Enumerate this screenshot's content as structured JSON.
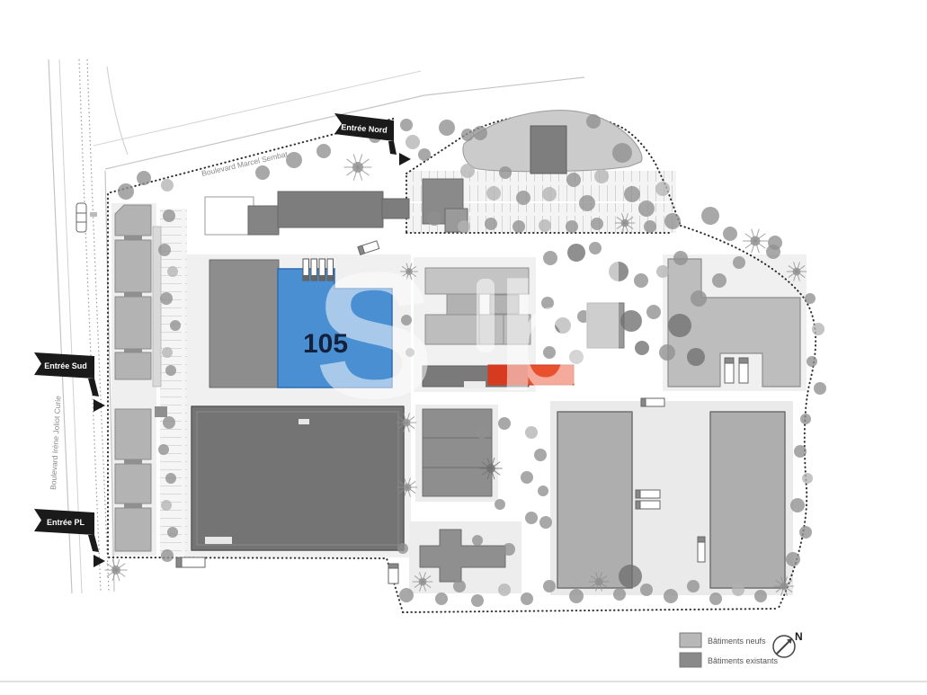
{
  "plan": {
    "highlight_label": "105",
    "streets": {
      "north": "Boulevard Marcel Sembat",
      "west": "Boulevard Irène Joliot Curie"
    },
    "entrances": {
      "north": "Entrée Nord",
      "south": "Entrée Sud",
      "pl": "Entrée PL"
    },
    "legend": {
      "items": [
        {
          "label": "Bâtiments neufs",
          "color": "#b8b8b8"
        },
        {
          "label": "Bâtiments existants",
          "color": "#8a8a8a"
        }
      ],
      "compass_label": "N"
    },
    "watermark": {
      "letter_s": "S",
      "letter_b": "b"
    },
    "colors": {
      "highlight_blue": "#4a8fd1",
      "highlight_blue_stroke": "#2e6cb2",
      "highlight_orange": "#e8502e",
      "highlight_orange_bright": "#d63b20",
      "building_new": "#bdbdbd",
      "building_existing": "#7d7d7d",
      "boundary_dots": "#2e2e2e"
    },
    "trees": [
      [
        140,
        213,
        9,
        "m"
      ],
      [
        160,
        198,
        8,
        "m"
      ],
      [
        186,
        206,
        7,
        "l"
      ],
      [
        292,
        192,
        8,
        "m"
      ],
      [
        327,
        178,
        9,
        "m"
      ],
      [
        360,
        168,
        8,
        "m"
      ],
      [
        398,
        186,
        11,
        "m",
        "s"
      ],
      [
        417,
        152,
        7,
        "m"
      ],
      [
        452,
        139,
        7,
        "m"
      ],
      [
        459,
        158,
        8,
        "l"
      ],
      [
        472,
        172,
        7,
        "m"
      ],
      [
        497,
        142,
        9,
        "m"
      ],
      [
        520,
        190,
        8,
        "l"
      ],
      [
        534,
        148,
        8,
        "m"
      ],
      [
        549,
        215,
        8,
        "l"
      ],
      [
        562,
        192,
        7,
        "m"
      ],
      [
        582,
        220,
        8,
        "m"
      ],
      [
        611,
        216,
        8,
        "l"
      ],
      [
        638,
        200,
        8,
        "m"
      ],
      [
        653,
        226,
        9,
        "m"
      ],
      [
        669,
        196,
        8,
        "l"
      ],
      [
        692,
        170,
        11,
        "m"
      ],
      [
        703,
        216,
        9,
        "m"
      ],
      [
        719,
        232,
        9,
        "m"
      ],
      [
        737,
        210,
        8,
        "l"
      ],
      [
        748,
        246,
        9,
        "m"
      ],
      [
        483,
        243,
        8,
        "m"
      ],
      [
        516,
        252,
        7,
        "l"
      ],
      [
        546,
        249,
        7,
        "m"
      ],
      [
        577,
        252,
        7,
        "m"
      ],
      [
        606,
        251,
        7,
        "l"
      ],
      [
        636,
        252,
        7,
        "m"
      ],
      [
        664,
        249,
        7,
        "m"
      ],
      [
        695,
        248,
        8,
        "m",
        "s"
      ],
      [
        723,
        252,
        7,
        "m"
      ],
      [
        790,
        240,
        10,
        "m"
      ],
      [
        812,
        260,
        8,
        "m"
      ],
      [
        840,
        268,
        10,
        "m",
        "s"
      ],
      [
        860,
        280,
        8,
        "m"
      ],
      [
        188,
        240,
        7,
        "m"
      ],
      [
        183,
        278,
        7,
        "m"
      ],
      [
        192,
        302,
        6,
        "l"
      ],
      [
        185,
        332,
        7,
        "m"
      ],
      [
        195,
        362,
        6,
        "m"
      ],
      [
        186,
        392,
        6,
        "l"
      ],
      [
        190,
        412,
        6,
        "m"
      ],
      [
        188,
        470,
        7,
        "m"
      ],
      [
        182,
        500,
        6,
        "m"
      ],
      [
        190,
        532,
        6,
        "m"
      ],
      [
        185,
        562,
        6,
        "l"
      ],
      [
        192,
        592,
        6,
        "m"
      ],
      [
        186,
        618,
        7,
        "m"
      ],
      [
        129,
        634,
        9,
        "m",
        "s"
      ],
      [
        612,
        287,
        8,
        "m"
      ],
      [
        641,
        281,
        10,
        "d"
      ],
      [
        662,
        276,
        7,
        "m"
      ],
      [
        688,
        302,
        11,
        "d"
      ],
      [
        713,
        312,
        8,
        "m"
      ],
      [
        737,
        302,
        7,
        "l"
      ],
      [
        757,
        287,
        8,
        "m"
      ],
      [
        609,
        337,
        7,
        "m"
      ],
      [
        626,
        362,
        9,
        "d"
      ],
      [
        649,
        352,
        7,
        "m"
      ],
      [
        702,
        357,
        12,
        "d"
      ],
      [
        727,
        347,
        8,
        "m"
      ],
      [
        756,
        362,
        13,
        "d"
      ],
      [
        777,
        332,
        9,
        "m"
      ],
      [
        611,
        392,
        7,
        "m"
      ],
      [
        641,
        397,
        8,
        "m"
      ],
      [
        714,
        387,
        8,
        "d"
      ],
      [
        742,
        392,
        9,
        "m"
      ],
      [
        774,
        397,
        10,
        "d"
      ],
      [
        800,
        312,
        8,
        "m"
      ],
      [
        822,
        292,
        7,
        "m"
      ],
      [
        862,
        270,
        8,
        "m"
      ],
      [
        886,
        302,
        8,
        "m",
        "s"
      ],
      [
        901,
        332,
        6,
        "m"
      ],
      [
        910,
        366,
        7,
        "l"
      ],
      [
        903,
        402,
        6,
        "m"
      ],
      [
        912,
        432,
        7,
        "m"
      ],
      [
        896,
        466,
        6,
        "m"
      ],
      [
        890,
        502,
        7,
        "m"
      ],
      [
        898,
        532,
        6,
        "l"
      ],
      [
        887,
        562,
        8,
        "m"
      ],
      [
        896,
        592,
        7,
        "m"
      ],
      [
        882,
        622,
        8,
        "m"
      ],
      [
        872,
        652,
        8,
        "m",
        "s"
      ],
      [
        452,
        662,
        8,
        "m"
      ],
      [
        470,
        647,
        8,
        "m",
        "s"
      ],
      [
        491,
        666,
        7,
        "m"
      ],
      [
        511,
        652,
        7,
        "m"
      ],
      [
        531,
        668,
        7,
        "m"
      ],
      [
        561,
        656,
        7,
        "l"
      ],
      [
        586,
        666,
        7,
        "m"
      ],
      [
        611,
        652,
        7,
        "m"
      ],
      [
        641,
        663,
        8,
        "m"
      ],
      [
        666,
        647,
        8,
        "m",
        "s"
      ],
      [
        689,
        661,
        7,
        "m"
      ],
      [
        701,
        641,
        13,
        "d"
      ],
      [
        719,
        656,
        7,
        "m"
      ],
      [
        746,
        663,
        8,
        "m"
      ],
      [
        771,
        652,
        7,
        "m"
      ],
      [
        796,
        666,
        7,
        "m"
      ],
      [
        821,
        656,
        7,
        "l"
      ],
      [
        846,
        663,
        7,
        "m"
      ],
      [
        536,
        481,
        7,
        "m"
      ],
      [
        561,
        471,
        7,
        "m"
      ],
      [
        591,
        481,
        7,
        "l"
      ],
      [
        546,
        521,
        9,
        "d",
        "s"
      ],
      [
        586,
        531,
        7,
        "m"
      ],
      [
        556,
        561,
        6,
        "m"
      ],
      [
        591,
        576,
        7,
        "m"
      ],
      [
        531,
        601,
        6,
        "m"
      ],
      [
        566,
        611,
        7,
        "m"
      ],
      [
        601,
        506,
        7,
        "m"
      ],
      [
        604,
        546,
        6,
        "m"
      ],
      [
        607,
        581,
        7,
        "m"
      ],
      [
        455,
        302,
        7,
        "m",
        "s"
      ],
      [
        452,
        356,
        6,
        "m"
      ],
      [
        456,
        392,
        5,
        "m"
      ],
      [
        452,
        470,
        8,
        "m",
        "s"
      ],
      [
        453,
        542,
        8,
        "m",
        "s"
      ],
      [
        448,
        610,
        6,
        "m"
      ],
      [
        520,
        150,
        7,
        "m"
      ],
      [
        660,
        135,
        8,
        "m"
      ]
    ]
  }
}
